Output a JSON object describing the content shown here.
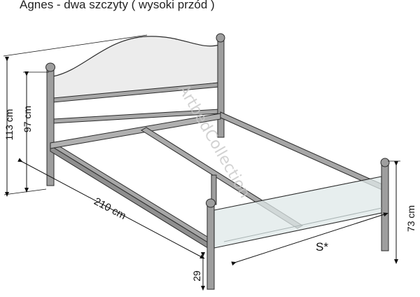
{
  "title": "Agnes - dwa szczyty ( wysoki  przód )",
  "dimensions": {
    "total_height": "113 cm",
    "headboard_height": "97 cm",
    "length": "210 cm",
    "leg_height": "29",
    "footboard_height": "73 cm",
    "width": "S*"
  },
  "watermark": "ArtbedCollection",
  "colors": {
    "frame_fill": "#9e9e9e",
    "frame_edge": "#2c2c2c",
    "panel_fill": "#e8eaea",
    "panel_tint": "#dfe8e8"
  }
}
